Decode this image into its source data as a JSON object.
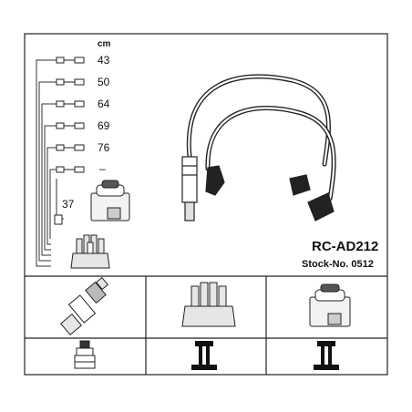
{
  "header": {
    "unit": "cm"
  },
  "leads": [
    {
      "length": "43"
    },
    {
      "length": "50"
    },
    {
      "length": "64"
    },
    {
      "length": "69"
    },
    {
      "length": "76"
    },
    {
      "length": "–"
    }
  ],
  "coil_lead": {
    "length": "37"
  },
  "product": {
    "code": "RC-AD212",
    "stock": "Stock-No. 0512"
  },
  "icons": [
    "spark-plug-icon",
    "distributor-cap-icon",
    "ignition-coil-icon",
    "plug-terminal-icon",
    "cap-terminal-icon",
    "coil-terminal-icon"
  ]
}
